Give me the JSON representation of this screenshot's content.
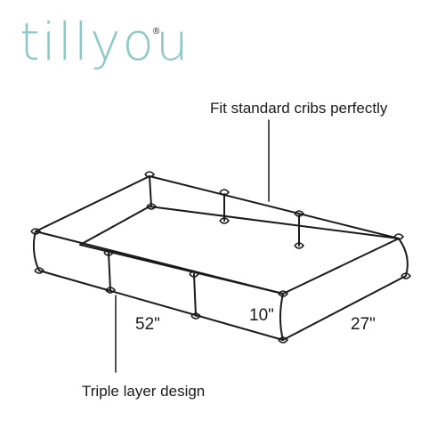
{
  "brand": {
    "name": "tillyou",
    "trademark": "®",
    "color": "#8fc8c6"
  },
  "callouts": {
    "fit": "Fit standard cribs perfectly",
    "layer": "Triple layer design"
  },
  "dimensions": {
    "length": "52\"",
    "height": "10\"",
    "width": "27\""
  },
  "colors": {
    "line": "#1a1a1a",
    "text": "#1a1a1a"
  }
}
